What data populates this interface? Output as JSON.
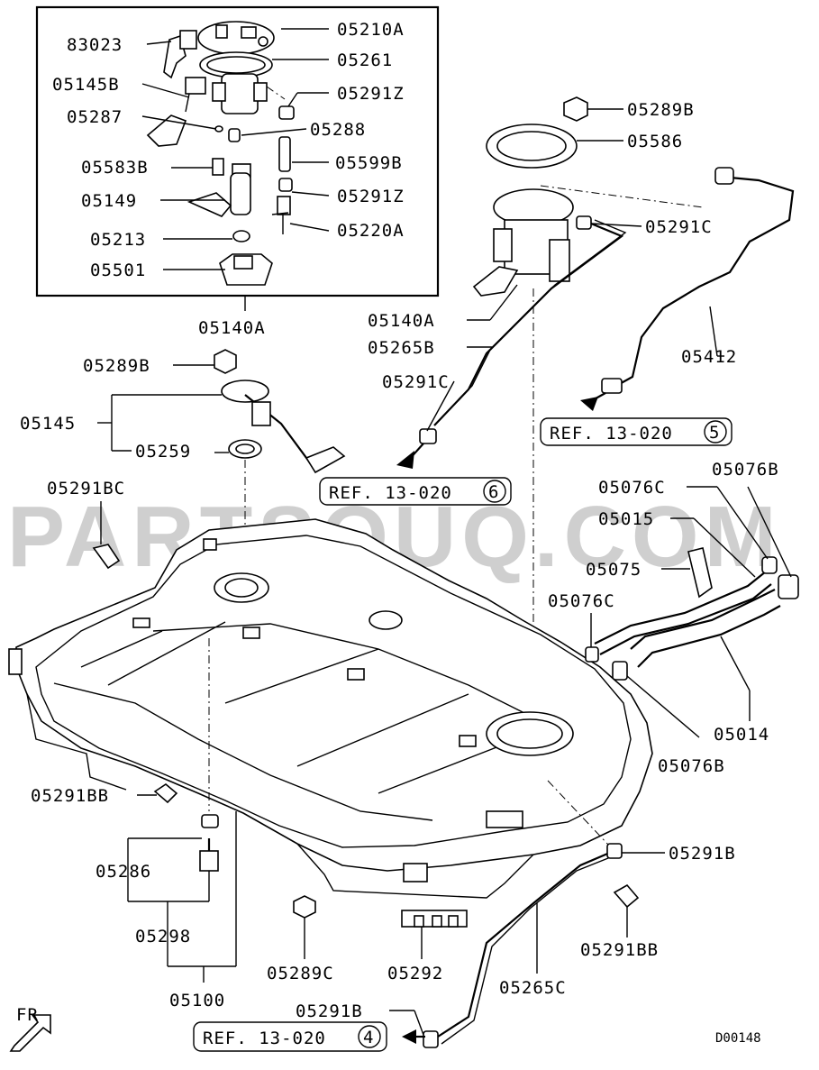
{
  "watermark": "PARTSOUQ.COM",
  "diagram_code": "D00148",
  "direction_label": "FR",
  "labels": {
    "l83023": "83023",
    "l05210A": "05210A",
    "l05261": "05261",
    "l05145B": "05145B",
    "l05291Z_a": "05291Z",
    "l05287": "05287",
    "l05288": "05288",
    "l05583B": "05583B",
    "l05599B": "05599B",
    "l05149": "05149",
    "l05291Z_b": "05291Z",
    "l05213": "05213",
    "l05220A": "05220A",
    "l05501": "05501",
    "l05140A_box": "05140A",
    "l05289B_top": "05289B",
    "l05586": "05586",
    "l05291C_a": "05291C",
    "l05140A": "05140A",
    "l05265B": "05265B",
    "l05412": "05412",
    "l05291C_b": "05291C",
    "l05289B": "05289B",
    "l05145": "05145",
    "l05259": "05259",
    "l05291BC": "05291BC",
    "l05076B_top": "05076B",
    "l05076C_top": "05076C",
    "l05015": "05015",
    "l05075": "05075",
    "l05076C": "05076C",
    "l05014": "05014",
    "l05076B": "05076B",
    "l05291BB_left": "05291BB",
    "l05291B_right": "05291B",
    "l05286": "05286",
    "l05298": "05298",
    "l05291BB_right": "05291BB",
    "l05100": "05100",
    "l05289C": "05289C",
    "l05292": "05292",
    "l05265C": "05265C",
    "l05291B_bottom": "05291B"
  },
  "refs": {
    "ref5": {
      "text": "REF. 13-020",
      "num": "5"
    },
    "ref6": {
      "text": "REF. 13-020",
      "num": "6"
    },
    "ref4": {
      "text": "REF. 13-020",
      "num": "4"
    }
  }
}
